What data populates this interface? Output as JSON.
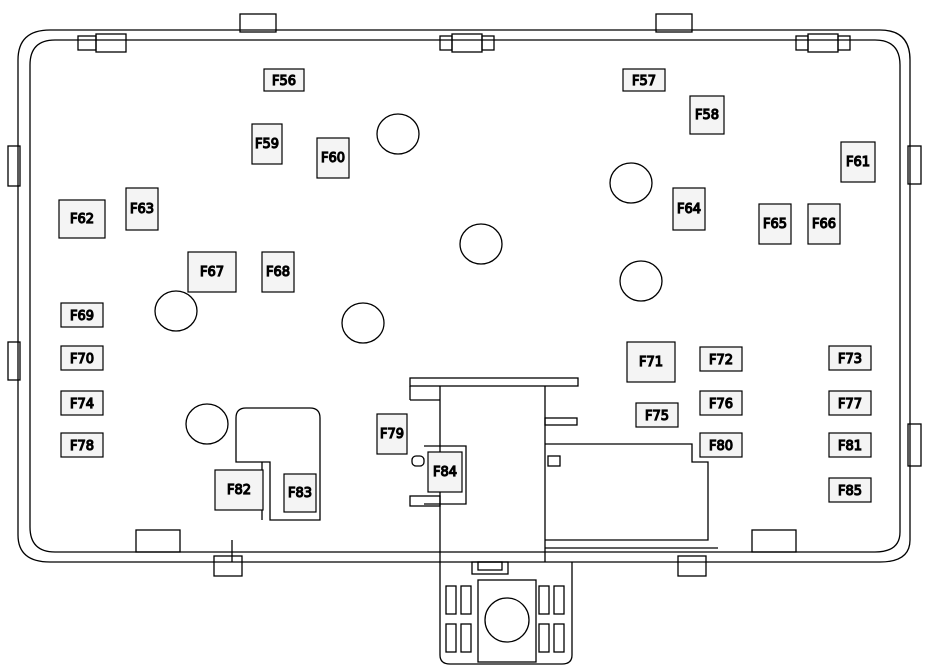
{
  "fuses": [
    {
      "id": "F56"
    },
    {
      "id": "F57"
    },
    {
      "id": "F58"
    },
    {
      "id": "F59"
    },
    {
      "id": "F60"
    },
    {
      "id": "F61"
    },
    {
      "id": "F62"
    },
    {
      "id": "F63"
    },
    {
      "id": "F64"
    },
    {
      "id": "F65"
    },
    {
      "id": "F66"
    },
    {
      "id": "F67"
    },
    {
      "id": "F68"
    },
    {
      "id": "F69"
    },
    {
      "id": "F70"
    },
    {
      "id": "F71"
    },
    {
      "id": "F72"
    },
    {
      "id": "F73"
    },
    {
      "id": "F74"
    },
    {
      "id": "F75"
    },
    {
      "id": "F76"
    },
    {
      "id": "F77"
    },
    {
      "id": "F78"
    },
    {
      "id": "F79"
    },
    {
      "id": "F80"
    },
    {
      "id": "F81"
    },
    {
      "id": "F82"
    },
    {
      "id": "F83"
    },
    {
      "id": "F84"
    },
    {
      "id": "F85"
    }
  ],
  "colors": {
    "stroke": "#000000",
    "background": "#ffffff",
    "fill_light": "#f4f4f4"
  }
}
